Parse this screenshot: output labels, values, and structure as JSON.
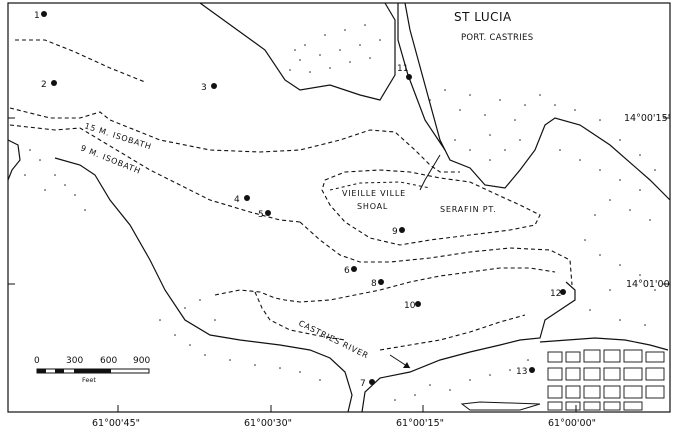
{
  "title": "ST LUCIA",
  "subtitle": "PORT. CASTRIES",
  "features": {
    "isobath_15": "15 M. ISOBATH",
    "isobath_9": "9 M. ISOBATH",
    "shoal_line1": "VIEILLE VILLE",
    "shoal_line2": "SHOAL",
    "point": "SERAFIN PT.",
    "river": "CASTRIES RIVER"
  },
  "lon_labels": [
    "61°00'45\"",
    "61°00'30\"",
    "61°00'15\"",
    "61°00'00\""
  ],
  "lat_labels": [
    "14°00'15'",
    "14°01'00"
  ],
  "scale": {
    "ticks": [
      "0",
      "300",
      "600",
      "900"
    ],
    "unit": "Feet"
  },
  "stations": [
    {
      "id": "1"
    },
    {
      "id": "2"
    },
    {
      "id": "3"
    },
    {
      "id": "4"
    },
    {
      "id": "5"
    },
    {
      "id": "6"
    },
    {
      "id": "7"
    },
    {
      "id": "8"
    },
    {
      "id": "9"
    },
    {
      "id": "10"
    },
    {
      "id": "11"
    },
    {
      "id": "12"
    },
    {
      "id": "13"
    }
  ]
}
